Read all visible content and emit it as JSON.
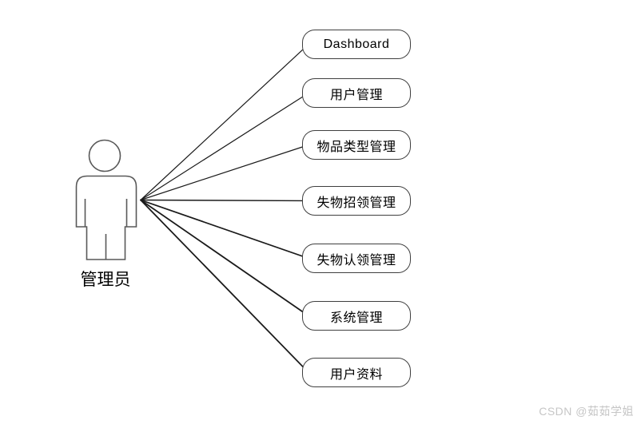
{
  "diagram": {
    "type": "use-case-diagram",
    "actor": {
      "label": "管理员"
    },
    "usecases": [
      {
        "id": "dashboard",
        "label": "Dashboard"
      },
      {
        "id": "user-management",
        "label": "用户管理"
      },
      {
        "id": "item-type-management",
        "label": "物品类型管理"
      },
      {
        "id": "lost-found-management",
        "label": "失物招领管理"
      },
      {
        "id": "lost-claim-management",
        "label": "失物认领管理"
      },
      {
        "id": "system-management",
        "label": "系统管理"
      },
      {
        "id": "user-profile",
        "label": "用户资料"
      }
    ],
    "colors": {
      "background": "#ffffff",
      "box_border": "#3f3f3f",
      "connector": "#1a1a1a",
      "actor_outline": "#595959",
      "text": "#000000",
      "watermark": "#c6c6c6"
    }
  },
  "watermark": {
    "text": "CSDN @茹茹学姐"
  }
}
